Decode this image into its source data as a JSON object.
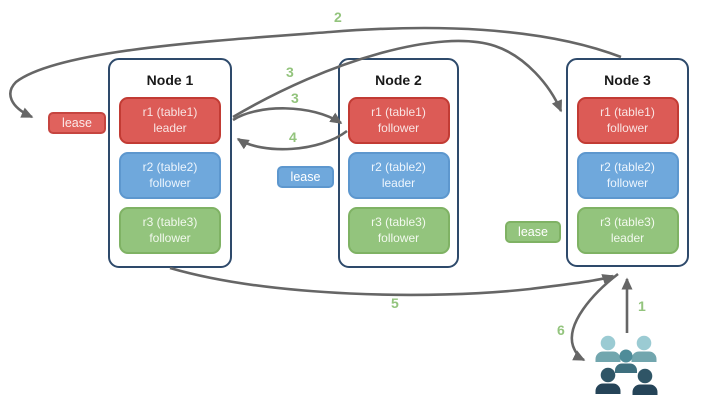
{
  "nodes": [
    {
      "title": "Node 1",
      "replicas": [
        {
          "id": "r1 (table1)",
          "role": "leader",
          "color": "red"
        },
        {
          "id": "r2 (table2)",
          "role": "follower",
          "color": "blue"
        },
        {
          "id": "r3 (table3)",
          "role": "follower",
          "color": "green"
        }
      ]
    },
    {
      "title": "Node 2",
      "replicas": [
        {
          "id": "r1 (table1)",
          "role": "follower",
          "color": "red"
        },
        {
          "id": "r2 (table2)",
          "role": "leader",
          "color": "blue"
        },
        {
          "id": "r3 (table3)",
          "role": "follower",
          "color": "green"
        }
      ]
    },
    {
      "title": "Node 3",
      "replicas": [
        {
          "id": "r1 (table1)",
          "role": "follower",
          "color": "red"
        },
        {
          "id": "r2 (table2)",
          "role": "follower",
          "color": "blue"
        },
        {
          "id": "r3 (table3)",
          "role": "leader",
          "color": "green"
        }
      ]
    }
  ],
  "leases": [
    {
      "label": "lease",
      "color": "red"
    },
    {
      "label": "lease",
      "color": "blue"
    },
    {
      "label": "lease",
      "color": "green"
    }
  ],
  "steps": {
    "step1": {
      "text": "1"
    },
    "step2": {
      "text": "2"
    },
    "step3a": {
      "text": "3"
    },
    "step3b": {
      "text": "3"
    },
    "step4": {
      "text": "4"
    },
    "step5": {
      "text": "5"
    },
    "step6": {
      "text": "6"
    }
  },
  "icons": {
    "users_icon": {
      "light_head": "#9BCBD3",
      "light_body": "#72A6AE",
      "mid_head": "#4F8C99",
      "mid_body": "#3E6F7E",
      "dark_head": "#2F5566",
      "dark_body": "#254458"
    }
  },
  "colors": {
    "red_fill": "#DC5B56",
    "red_border": "#C23B34",
    "blue_fill": "#6FA8DC",
    "blue_border": "#5D97CE",
    "green_fill": "#93C47D",
    "green_border": "#7FB264",
    "node_border": "#2E4A6B",
    "arrow": "#666666",
    "step_label": "#93C47D"
  }
}
